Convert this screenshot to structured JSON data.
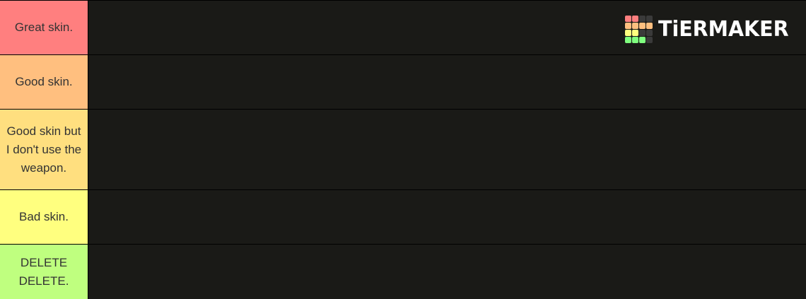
{
  "tiers": [
    {
      "label": "Great skin.",
      "color": "#ff7f7f"
    },
    {
      "label": "Good skin.",
      "color": "#ffbf7f"
    },
    {
      "label": "Good skin but I don't use the weapon.",
      "color": "#ffdf7f"
    },
    {
      "label": "Bad skin.",
      "color": "#ffff7f"
    },
    {
      "label": "DELETE DELETE.",
      "color": "#bfff7f"
    }
  ],
  "logo": {
    "text": "TiERMAKER",
    "icon": "tiermaker-grid-logo-icon"
  },
  "colors": {
    "row_background": "#1a1a17",
    "separator": "#000000",
    "label_text": "#333333"
  }
}
